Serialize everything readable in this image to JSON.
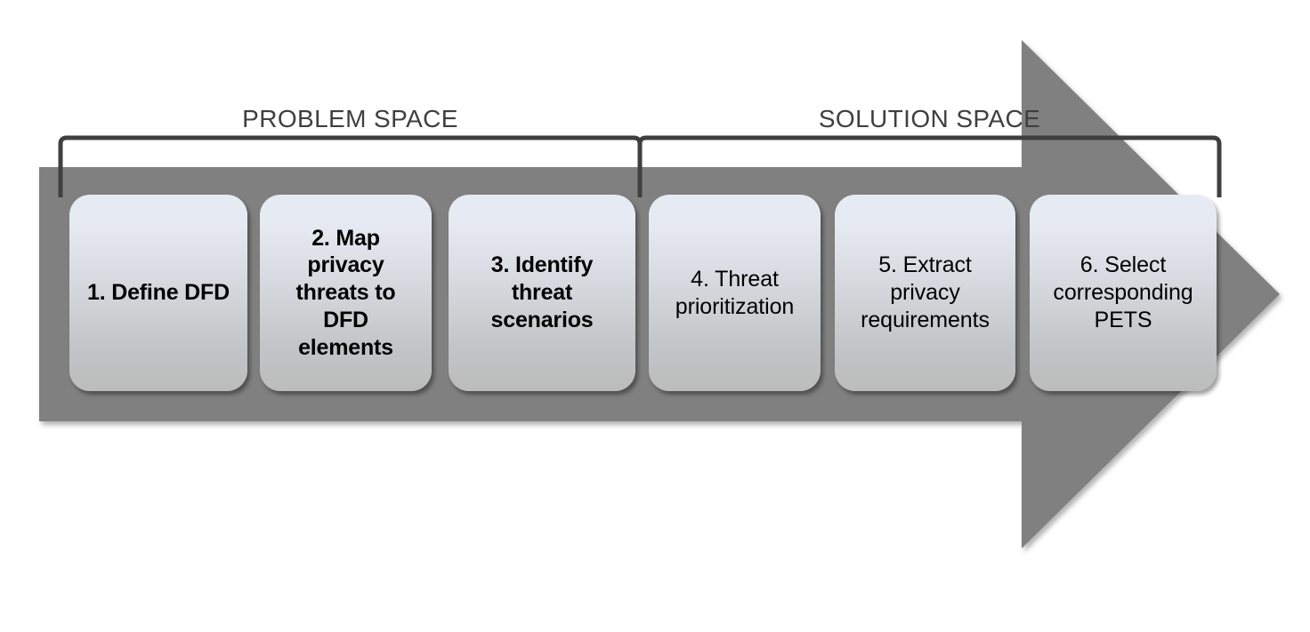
{
  "diagram": {
    "title_present": false,
    "background_color": "#ffffff",
    "arrow": {
      "name": "process-flow-arrow",
      "color": "#808080",
      "direction": "right"
    },
    "spans": [
      {
        "id": "problem-space",
        "label": "PROBLEM SPACE",
        "bracket_color": "#3f3f3f",
        "label_color": "#3f3f3f",
        "covers_steps": [
          1,
          2,
          3
        ]
      },
      {
        "id": "solution-space",
        "label": "SOLUTION SPACE",
        "bracket_color": "#3f3f3f",
        "label_color": "#3f3f3f",
        "covers_steps": [
          4,
          5,
          6
        ]
      }
    ],
    "steps": [
      {
        "number": "1",
        "label": "1. Define DFD",
        "weight": "bold",
        "span": "problem-space",
        "fill_top": "#e6eaf2",
        "fill_bottom": "#bcbcbc"
      },
      {
        "number": "2",
        "label": "2. Map\nprivacy\nthreats to\nDFD\nelements",
        "weight": "bold",
        "span": "problem-space",
        "fill_top": "#e6eaf2",
        "fill_bottom": "#bcbcbc"
      },
      {
        "number": "3",
        "label": "3. Identify\nthreat\nscenarios",
        "weight": "bold",
        "span": "problem-space",
        "fill_top": "#e6eaf2",
        "fill_bottom": "#bcbcbc"
      },
      {
        "number": "4",
        "label": "4. Threat\nprioritization",
        "weight": "regular",
        "span": "solution-space",
        "fill_top": "#e6eaf2",
        "fill_bottom": "#bcbcbc"
      },
      {
        "number": "5",
        "label": "5. Extract\nprivacy\nrequirements",
        "weight": "regular",
        "span": "solution-space",
        "fill_top": "#e6eaf2",
        "fill_bottom": "#bcbcbc"
      },
      {
        "number": "6",
        "label": "6. Select\ncorresponding\nPETS",
        "weight": "regular",
        "span": "solution-space",
        "fill_top": "#e6eaf2",
        "fill_bottom": "#bcbcbc"
      }
    ]
  }
}
